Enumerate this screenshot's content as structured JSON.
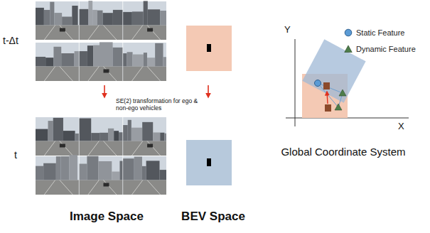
{
  "diagram": {
    "labels": [
      "t-Δt",
      "t",
      "SE(2) transformation for ego & non-ego vehicles",
      "Image Space",
      "BEV Space",
      "Y",
      "X",
      "Global Coordinate System"
    ],
    "legend": [
      {
        "text": "Static Feature"
      },
      {
        "text": "Dynamic Feature"
      }
    ]
  }
}
